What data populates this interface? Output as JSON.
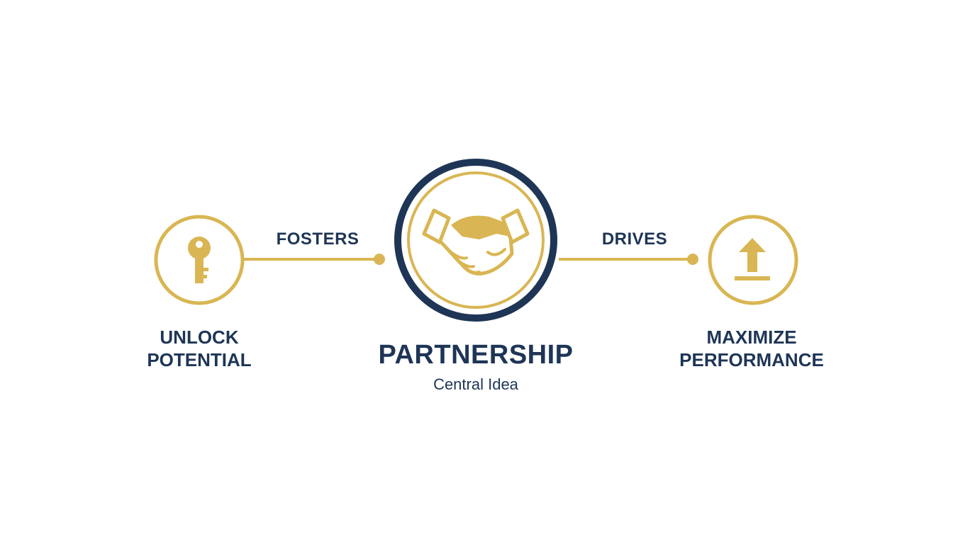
{
  "colors": {
    "gold": "#D9B653",
    "navy": "#1E3556",
    "background": "#FFFFFF"
  },
  "left_node": {
    "icon": "key-icon",
    "title_line1": "UNLOCK",
    "title_line2": "POTENTIAL"
  },
  "center_node": {
    "icon": "handshake-icon",
    "title": "PARTNERSHIP",
    "subtitle": "Central Idea"
  },
  "right_node": {
    "icon": "arrow-up-icon",
    "title_line1": "MAXIMIZE",
    "title_line2": "PERFORMANCE"
  },
  "connectors": {
    "left_label": "FOSTERS",
    "right_label": "DRIVES"
  }
}
